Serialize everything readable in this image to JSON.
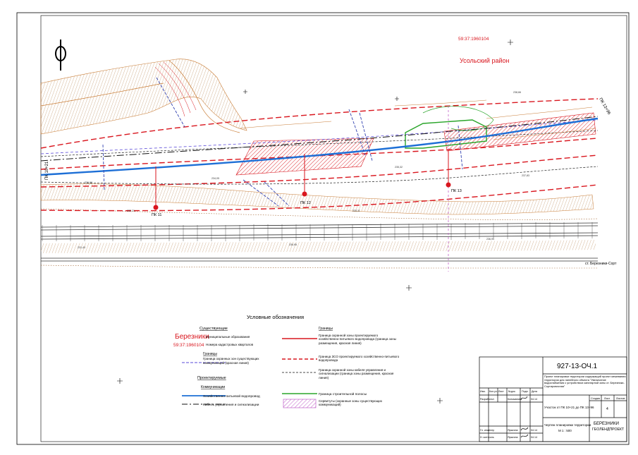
{
  "map": {
    "cadastral_quarter": "59:37:1960104",
    "district": "Усольский район",
    "pickets": [
      "ПК 11",
      "ПК 12",
      "ПК 13"
    ],
    "start_picket": "ПК 10+21",
    "end_picket": "ПК 13+96",
    "station_label": "ст. Березники-Сорт",
    "sample_elevations": [
      "236,88",
      "234,05",
      "232,71",
      "233,11",
      "235,32",
      "237,83",
      "236,91",
      "238,66",
      "231,43",
      "230,95"
    ]
  },
  "legend": {
    "title": "Условные обозначения",
    "existing_header": "Существующие",
    "municipal_name": "Березники",
    "municipal_label": "Муниципальные образования",
    "cadastral_sample": "59:37:1960104",
    "cadastral_label": "Номера кадастровых кварталов",
    "borders_header_left": "Границы",
    "existing_zone_label": "Граница охранных зон существующих коммуникаций (красная линия)",
    "designed_header": "Проектируемые",
    "communications_header": "Коммуникации",
    "water_pipe_label": "Хозяйственно-питьевой водопровод",
    "cable_label": "Кабель управления и сигнализации",
    "borders_header_right": "Границы",
    "zone_water_label": "Граница охранной зоны проектируемого хозяйственно-питьевого водопровода (граница зоны размещения, красная линия)",
    "sso_label": "Граница ЗСО проектируемого хозяйственно-питьевого водопровода",
    "zone_cable_label": "Граница охранной зоны кабеля управления и сигнализации (граница зоны размещения, красная линия)",
    "construction_label": "Граница строительной полосы",
    "servitude_label": "Сервитуты (охранные зоны существующих коммуникаций)"
  },
  "stamp": {
    "code": "927-13-ОЧ.1",
    "description": "Проект планировки территории содержащий проект межевания территории для линейного объекта \"Увеличение водоснабжения с устройством санитарной зоны ст. Березники-Сортировочная\"",
    "sheet_title": "Участок от ПК 10+21 до ПК 13+96",
    "stage_header": "Стадия",
    "sheet_header": "Лист",
    "sheets_header": "Листов",
    "sheet_number": "4",
    "drawing_title": "Чертеж планировки территории",
    "scale": "М 1 : 500",
    "org_name_1": "БЕРЕЗНИКИ",
    "org_name_2": "ГЕОЛЕНДПРОЕКТ",
    "headers": [
      "Изм.",
      "Кол.уч.",
      "Лист",
      "№док.",
      "Подп.",
      "Дата"
    ],
    "rows": [
      {
        "role": "Разработал",
        "name": "Кольманова",
        "date": "04.14"
      },
      {
        "role": "Гл. инженер",
        "name": "Ярыгина",
        "date": "04.14"
      },
      {
        "role": "Н. контроль",
        "name": "Ярыгина",
        "date": "04.14"
      }
    ]
  },
  "colors": {
    "red": "#d9161e",
    "blue": "#1d6fd6",
    "dark_blue": "#3040b0",
    "orange": "#c87a32",
    "hatch": "#c9a37c",
    "green": "#2aa52a",
    "magenta": "#c060c8",
    "purple_dash": "#5a4ad8"
  }
}
